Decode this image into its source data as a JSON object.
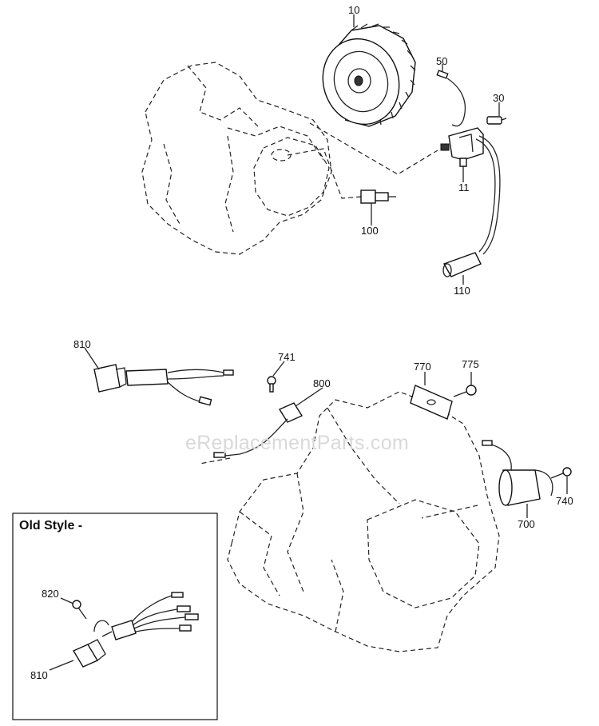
{
  "watermark": "eReplacementParts.com",
  "old_style_box": {
    "title": "Old Style -"
  },
  "callouts": {
    "p10": "10",
    "p50": "50",
    "p30": "30",
    "p11": "11",
    "p100": "100",
    "p110": "110",
    "p810": "810",
    "p741": "741",
    "p800": "800",
    "p770": "770",
    "p775": "775",
    "p740": "740",
    "p700": "700",
    "p820": "820",
    "p810b": "810"
  }
}
